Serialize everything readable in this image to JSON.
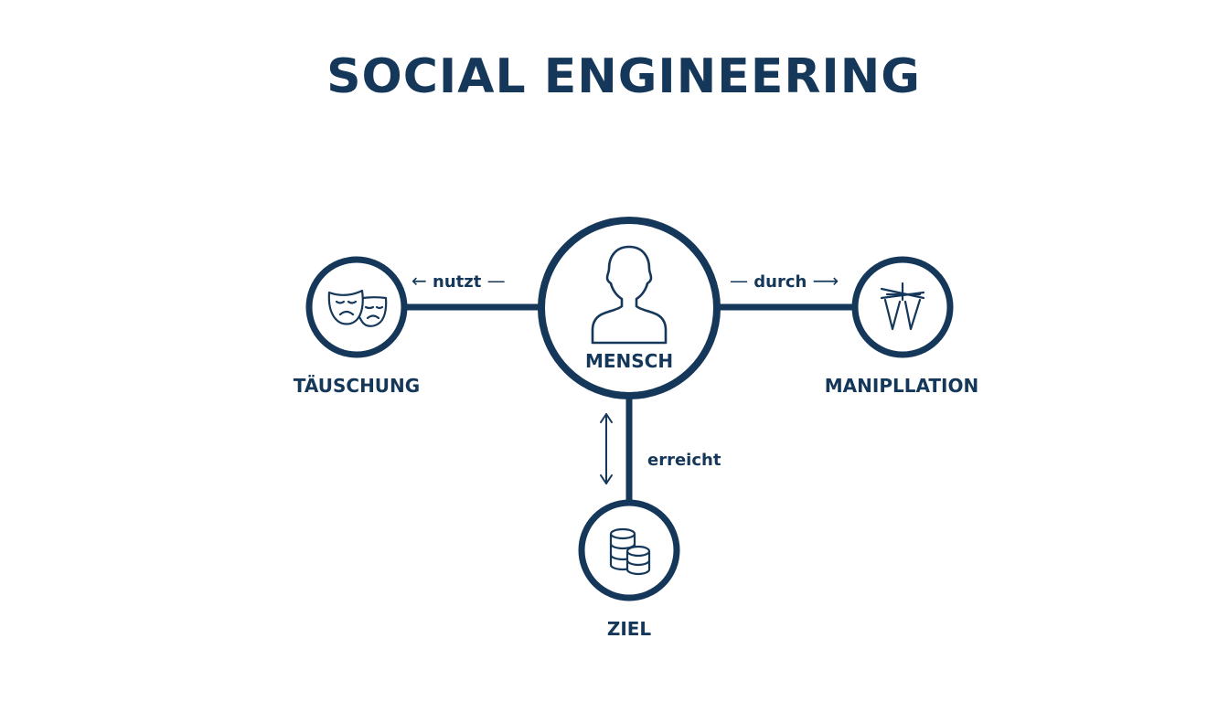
{
  "title": "SOCIAL ENGINEERING",
  "colors": {
    "primary": "#14375a",
    "background": "#ffffff"
  },
  "nodes": {
    "center": {
      "label": "MENSCH",
      "icon": "person-icon"
    },
    "left": {
      "label": "TÄUSCHUNG",
      "icon": "theater-masks-icon"
    },
    "right": {
      "label": "MANIPLLATION",
      "icon": "marionette-puppet-icon"
    },
    "bottom": {
      "label": "ZIEL",
      "icon": "database-coins-icon"
    }
  },
  "edges": {
    "left": {
      "label": "nutzt",
      "arrow_before": "←",
      "arrow_after": "—"
    },
    "right": {
      "label": "durch",
      "arrow_before": "—",
      "arrow_after": "⟶"
    },
    "bottom": {
      "label": "erreicht",
      "arrow": "↕"
    }
  }
}
